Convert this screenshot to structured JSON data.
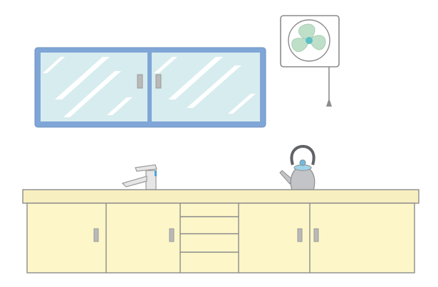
{
  "scene": {
    "items": [
      "window",
      "ventilation-fan",
      "faucet",
      "kettle",
      "sink-counter",
      "cabinets"
    ],
    "window": {
      "panes": 2,
      "handles": 2
    },
    "cabinets": {
      "doors": 4,
      "drawers": 4
    }
  },
  "colors": {
    "window_frame": "#7fa6d6",
    "glass": "#d7ecef",
    "glass_streak": "#ffffff",
    "handle": "#b9b9b9",
    "outline": "#8c8c8c",
    "counter": "#f8efc0",
    "cabinet": "#fdf6c8",
    "fan_blades": "#bfe0c8",
    "fan_hub": "#5bbfc8",
    "faucet": "#d0d0d0",
    "faucet_accent": "#4aa3d8",
    "kettle": "#c2c4c8",
    "kettle_knob": "#6dbbe0"
  }
}
